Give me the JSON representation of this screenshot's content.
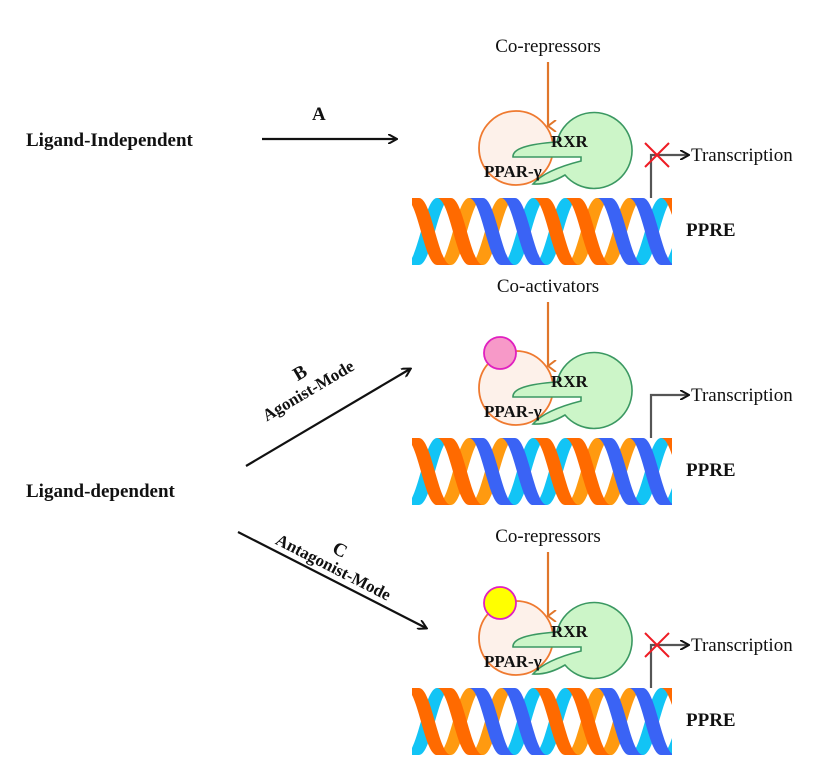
{
  "diagram": {
    "colors": {
      "ppar_fill": "#fdf1ea",
      "ppar_stroke": "#ef7a30",
      "rxr_fill": "#ccf5c8",
      "rxr_stroke": "#3b9862",
      "coregulator_arrow": "#e0762b",
      "agonist_ligand_fill": "#f799c8",
      "antagonist_ligand_fill": "#ffff00",
      "ligand_stroke": "#e020c0",
      "dna_orange_dark": "#ff6a00",
      "dna_orange_light": "#ff9a10",
      "dna_blue_dark": "#3a63f5",
      "dna_blue_light": "#12c4f5",
      "block_x": "#ee1c24"
    },
    "modes": {
      "independent": "Ligand-Independent",
      "dependent": "Ligand-dependent"
    },
    "arrows": [
      {
        "letter": "A",
        "mode_label": ""
      },
      {
        "letter": "B",
        "mode_label": "Agonist-Mode"
      },
      {
        "letter": "C",
        "mode_label": "Antagonist-Mode"
      }
    ],
    "panels": [
      {
        "coregulator": "Co-repressors",
        "receptor_left": "PPAR-γ",
        "receptor_right": "RXR",
        "transcription": "Transcription",
        "element": "PPRE",
        "ligand": "none",
        "transcription_blocked": true
      },
      {
        "coregulator": "Co-activators",
        "receptor_left": "PPAR-γ",
        "receptor_right": "RXR",
        "transcription": "Transcription",
        "element": "PPRE",
        "ligand": "agonist",
        "transcription_blocked": false
      },
      {
        "coregulator": "Co-repressors",
        "receptor_left": "PPAR-γ",
        "receptor_right": "RXR",
        "transcription": "Transcription",
        "element": "PPRE",
        "ligand": "antagonist",
        "transcription_blocked": true
      }
    ]
  }
}
